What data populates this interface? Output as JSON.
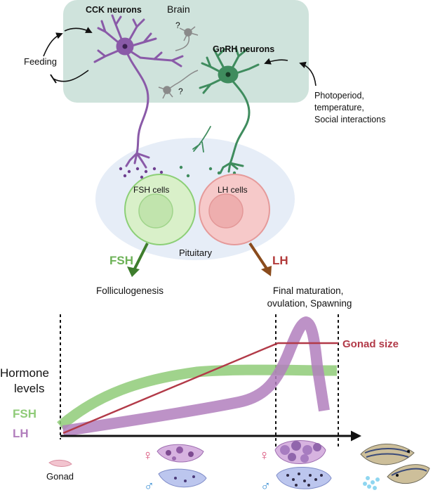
{
  "brain": {
    "label": "Brain",
    "cck_label": "CCK neurons",
    "gnrh_label": "GnRH neurons",
    "question_mark": "?"
  },
  "inputs": {
    "feeding": "Feeding",
    "env_lines": [
      "Photoperiod,",
      "temperature,",
      "Social interactions"
    ]
  },
  "pituitary": {
    "label": "Pituitary",
    "fsh_cells": "FSH cells",
    "lh_cells": "LH cells"
  },
  "hormones": {
    "fsh_arrow_label": "FSH",
    "lh_arrow_label": "LH",
    "fsh_effect": "Folliculogenesis",
    "lh_effect_lines": [
      "Final maturation,",
      "ovulation, Spawning"
    ]
  },
  "plot": {
    "ylabel_lines": [
      "Hormone",
      "levels"
    ],
    "fsh_series": "FSH",
    "lh_series": "LH",
    "gonad_size_series": "Gonad size",
    "gonad_label": "Gonad",
    "female_symbol": "♀",
    "male_symbol": "♂"
  },
  "colors": {
    "brain_box": "#cfe3dc",
    "pituitary": "#e6edf7",
    "cck": "#8a5aa8",
    "gnrh": "#3f8c5e",
    "fsh_cell_fill": "#d9f0c9",
    "fsh_cell_stroke": "#8ccf77",
    "lh_cell_fill": "#f6c9c9",
    "lh_cell_stroke": "#e59a9a",
    "fsh": "#8fcb78",
    "lh": "#b27fbd",
    "gonad_size": "#b23a48",
    "fsh_arrow": "#3e7d2d",
    "lh_arrow": "#8a4b1c",
    "fsh_text": "#6db257",
    "lh_text": "#b23a3a"
  }
}
